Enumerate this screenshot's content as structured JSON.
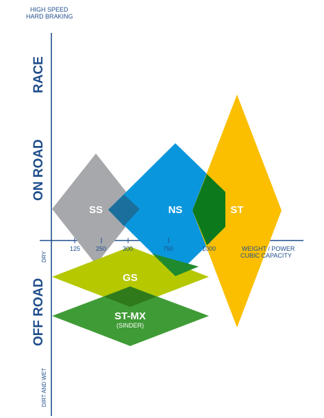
{
  "axes": {
    "top_label_line1": "HIGH SPEED",
    "top_label_line2": "HARD BRAKING",
    "right_label_line1": "WEIGHT / POWER",
    "right_label_line2": "CUBIC CAPACITY",
    "ticks": [
      "125",
      "250",
      "300",
      "750",
      "1000"
    ]
  },
  "zones": {
    "race": "RACE",
    "on_road": "ON ROAD",
    "off_road": "OFF ROAD",
    "dry": "DRY",
    "dirt_and_wet": "DIRT AND WET"
  },
  "categories": {
    "ss": "SS",
    "ns": "NS",
    "st": "ST",
    "gs": "GS",
    "stmx": "ST-MX",
    "stmx_sub": "(SINDER)"
  },
  "colors": {
    "ss": "#a6a8ab",
    "ns": "#0a96dc",
    "st": "#fbbf00",
    "gs": "#b5c800",
    "stmx": "#3f9b36",
    "ss_ns_overlap": "#1a6f9c",
    "ns_st_overlap": "#0c7a1c",
    "ns_gs_overlap": "#1f8a2e",
    "gs_stmx_overlap": "#2f7a1a",
    "axis": "#1f4e8c"
  }
}
